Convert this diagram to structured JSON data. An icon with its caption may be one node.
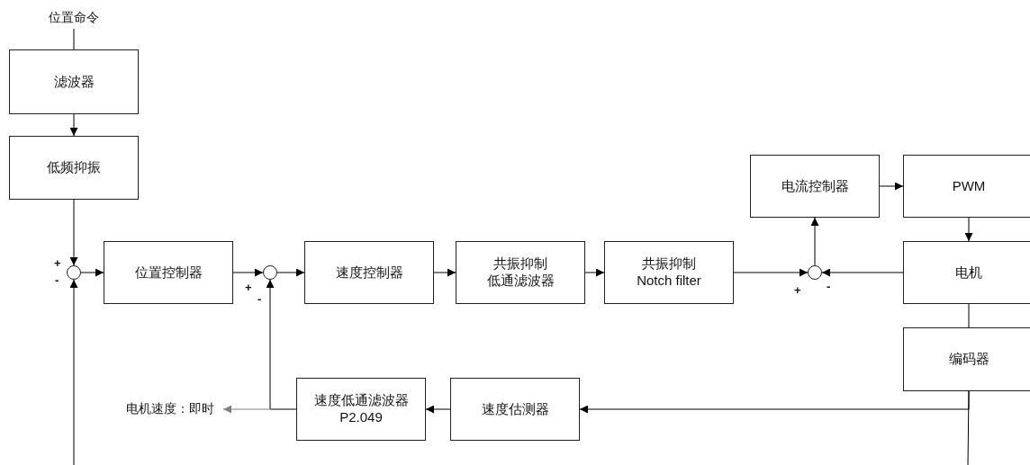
{
  "diagram": {
    "nodes": [
      {
        "text": [
          "位置命令"
        ]
      },
      {
        "text": [
          "滤波器"
        ]
      },
      {
        "text": [
          "低频抑振"
        ]
      },
      {
        "text": [],
        "shape": "circle"
      },
      {
        "text": [
          "位置控制器"
        ]
      },
      {
        "text": [],
        "shape": "circle"
      },
      {
        "text": [
          "速度控制器"
        ]
      },
      {
        "text": [
          "共振抑制",
          "低通滤波器"
        ]
      },
      {
        "text": [
          "共振抑制",
          "Notch filter"
        ]
      },
      {
        "text": [],
        "shape": "circle"
      },
      {
        "text": [
          "电流控制器"
        ]
      },
      {
        "text": [
          "PWM"
        ]
      },
      {
        "text": [
          "电机"
        ]
      },
      {
        "text": [
          "编码器"
        ]
      },
      {
        "text": [
          "速度估测器"
        ]
      },
      {
        "text": [
          "速度低通滤波器",
          "P2.049"
        ]
      },
      {
        "text": [
          "电机速度：即时"
        ]
      }
    ],
    "edges": [
      {
        "from": 0,
        "to": 1,
        "arrow": "none"
      },
      {
        "from": 1,
        "to": 2,
        "arrow": "to"
      },
      {
        "from": 2,
        "to": 3,
        "arrow": "to"
      },
      {
        "from": 3,
        "to": 4,
        "arrow": "to"
      },
      {
        "from": 4,
        "to": 5,
        "arrow": "to"
      },
      {
        "from": 5,
        "to": 6,
        "arrow": "to"
      },
      {
        "from": 6,
        "to": 7,
        "arrow": "to"
      },
      {
        "from": 7,
        "to": 8,
        "arrow": "to"
      },
      {
        "from": 8,
        "to": 9,
        "arrow": "to"
      },
      {
        "from": 12,
        "to": 9,
        "arrow": "to"
      },
      {
        "from": 9,
        "to": 10,
        "arrow": "to"
      },
      {
        "from": 10,
        "to": 11,
        "arrow": "to"
      },
      {
        "from": 11,
        "to": 12,
        "arrow": "to"
      },
      {
        "from": 12,
        "to": 13,
        "arrow": "none"
      },
      {
        "from": 13,
        "to": 14,
        "arrow": "to"
      },
      {
        "from": 13,
        "to": null,
        "arrow": "none"
      },
      {
        "from": 14,
        "to": 15,
        "arrow": "to"
      },
      {
        "from": 15,
        "to": 5,
        "arrow": "to"
      },
      {
        "from": 15,
        "to": 16,
        "arrow": "to",
        "color": "#808080"
      },
      {
        "from": null,
        "to": 3,
        "arrow": "to"
      }
    ],
    "labels": [
      "+",
      "-",
      "+",
      "-",
      "+",
      "-"
    ]
  }
}
